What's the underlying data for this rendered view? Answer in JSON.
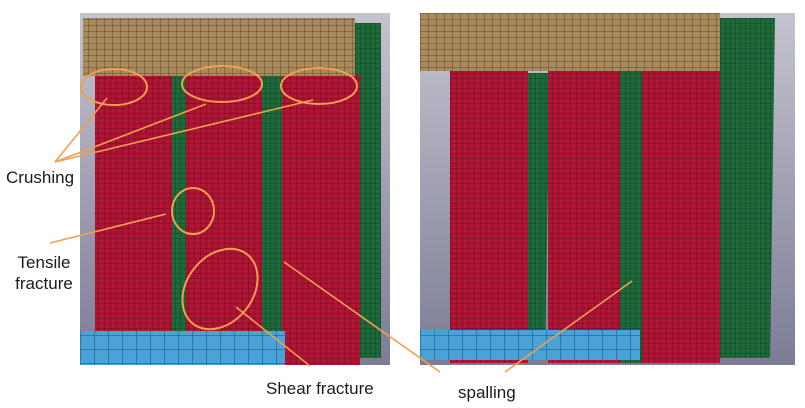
{
  "labels": {
    "crushing": "Crushing",
    "tensile_line1": "Tensile",
    "tensile_line2": "fracture",
    "shear": "Shear fracture",
    "spalling": "spalling"
  },
  "colors": {
    "background_top": "#b9b9c6",
    "background_bottom": "#7a7a93",
    "beam": "#a88a5c",
    "column_red": "#b01535",
    "column_green": "#1f6a3a",
    "base_block": "#4aa3d6",
    "annotation": "#f0a050"
  }
}
